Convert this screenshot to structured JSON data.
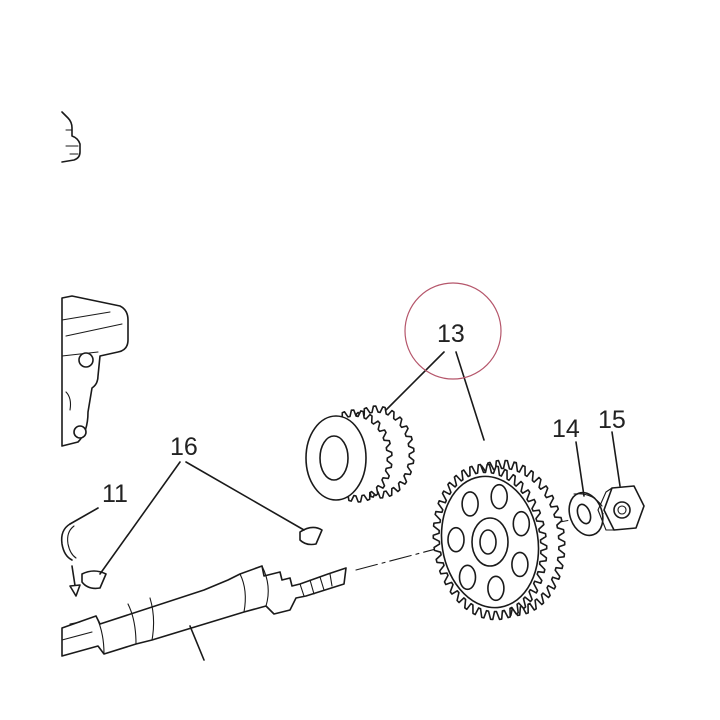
{
  "callouts": {
    "gear_13": "13",
    "washer_14": "14",
    "nut_15": "15",
    "woodruff_keys_16": "16",
    "circlip_11": "11"
  },
  "colors": {
    "line": "#1a1a1a",
    "highlight_circle": "#b5566b",
    "background": "#ffffff"
  }
}
